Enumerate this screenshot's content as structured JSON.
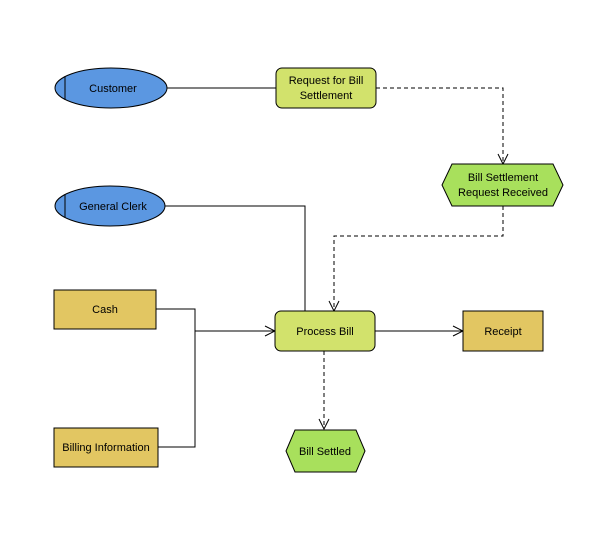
{
  "diagram": {
    "colors": {
      "actor": "#5b97e1",
      "event": "#a8e05c",
      "process": "#d2e26c",
      "resource": "#e2c662",
      "stroke": "#000000"
    },
    "nodes": {
      "customer": {
        "kind": "role",
        "lines": [
          "Customer"
        ]
      },
      "general_clerk": {
        "kind": "role",
        "lines": [
          "General Clerk"
        ]
      },
      "request_bill_settlement": {
        "kind": "function",
        "lines": [
          "Request for Bill",
          "Settlement"
        ]
      },
      "bill_settlement_request_received": {
        "kind": "event",
        "lines": [
          "Bill Settlement",
          "Request Received"
        ]
      },
      "process_bill": {
        "kind": "function",
        "lines": [
          "Process Bill"
        ]
      },
      "cash": {
        "kind": "information",
        "lines": [
          "Cash"
        ]
      },
      "billing_information": {
        "kind": "information",
        "lines": [
          "Billing Information"
        ]
      },
      "receipt": {
        "kind": "information",
        "lines": [
          "Receipt"
        ]
      },
      "bill_settled": {
        "kind": "event",
        "lines": [
          "Bill Settled"
        ]
      }
    },
    "edges": [
      {
        "from": "customer",
        "to": "request_bill_settlement",
        "style": "solid"
      },
      {
        "from": "request_bill_settlement",
        "to": "bill_settlement_request_received",
        "style": "dashed"
      },
      {
        "from": "bill_settlement_request_received",
        "to": "process_bill",
        "style": "dashed"
      },
      {
        "from": "general_clerk",
        "to": "process_bill",
        "style": "solid"
      },
      {
        "from": "cash",
        "to": "process_bill",
        "style": "solid"
      },
      {
        "from": "billing_information",
        "to": "process_bill",
        "style": "solid"
      },
      {
        "from": "process_bill",
        "to": "receipt",
        "style": "solid"
      },
      {
        "from": "process_bill",
        "to": "bill_settled",
        "style": "dashed"
      }
    ]
  }
}
